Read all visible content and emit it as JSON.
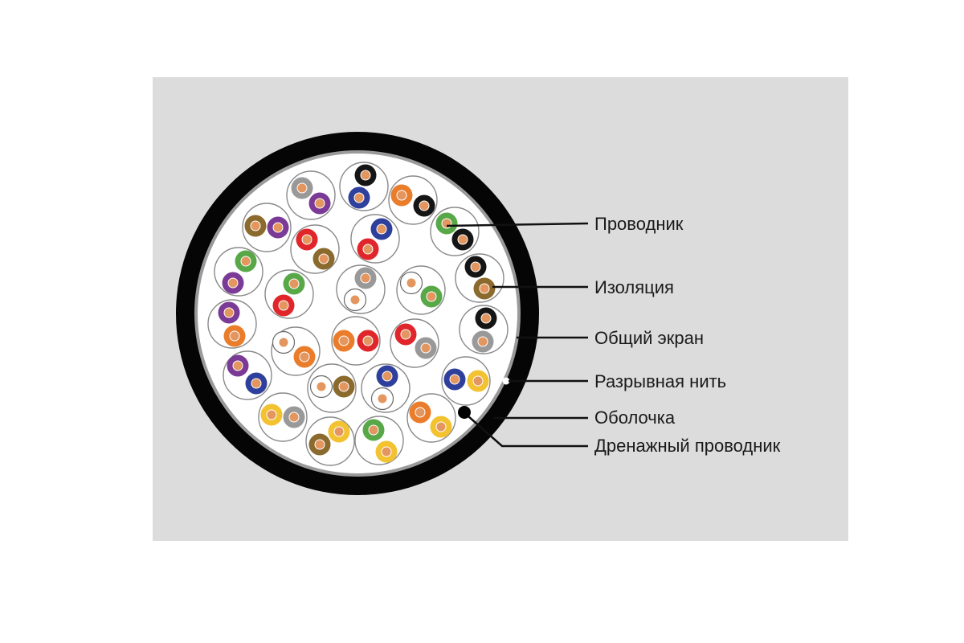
{
  "diagram": {
    "labels": {
      "conductor": "Проводник",
      "insulation": "Изоляция",
      "shield": "Общий экран",
      "ripcord": "Разрывная нить",
      "jacket": "Оболочка",
      "drain": "Дренажный проводник"
    },
    "colors": {
      "panel_background": "#dcdcdc",
      "jacket": "#050505",
      "shield": "#9a9a9a",
      "core_fill": "#ffffff",
      "copper": "#e3965f",
      "leader_line": "#111111"
    },
    "insulation_palette": {
      "gray": "#999999",
      "purple": "#7a3a96",
      "black": "#151515",
      "blue": "#2f3f9c",
      "orange": "#ea7d2c",
      "brown": "#8b6a2e",
      "green": "#58a848",
      "red": "#e0262b",
      "yellow": "#f2c230",
      "white": "#ffffff"
    },
    "pairs": [
      [
        "gray",
        "purple"
      ],
      [
        "black",
        "blue"
      ],
      [
        "orange",
        "black"
      ],
      [
        "brown",
        "purple"
      ],
      [
        "red",
        "brown"
      ],
      [
        "blue",
        "red"
      ],
      [
        "green",
        "black"
      ],
      [
        "green",
        "purple"
      ],
      [
        "black",
        "brown"
      ],
      [
        "green",
        "red"
      ],
      [
        "gray",
        "white"
      ],
      [
        "white",
        "green"
      ],
      [
        "purple",
        "orange"
      ],
      [
        "black",
        "gray"
      ],
      [
        "white",
        "orange"
      ],
      [
        "orange",
        "red"
      ],
      [
        "red",
        "gray"
      ],
      [
        "purple",
        "blue"
      ],
      [
        "white",
        "brown"
      ],
      [
        "blue",
        "white"
      ],
      [
        "blue",
        "yellow"
      ],
      [
        "yellow",
        "gray"
      ],
      [
        "brown",
        "yellow"
      ],
      [
        "green",
        "yellow"
      ],
      [
        "orange",
        "yellow"
      ]
    ]
  }
}
